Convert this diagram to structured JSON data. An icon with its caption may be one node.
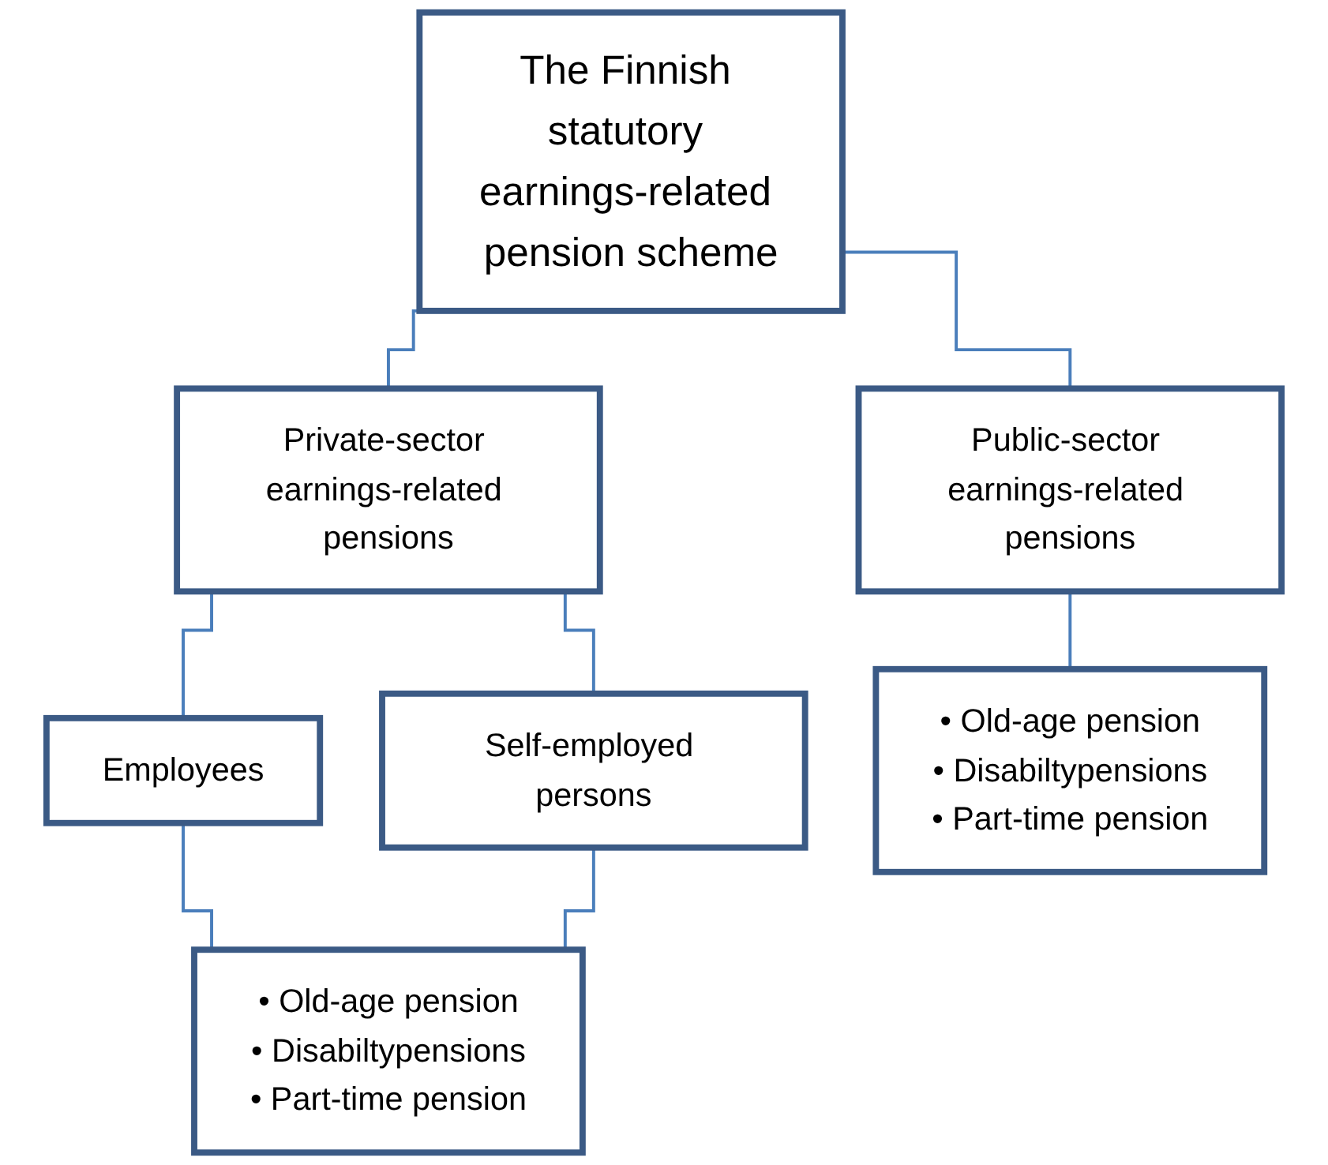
{
  "diagram": {
    "nodes": [
      {
        "text": [
          "The Finnish statutory earnings-related pension scheme"
        ]
      },
      {
        "text": [
          "Private-sector earnings-related pensions"
        ]
      },
      {
        "text": [
          "Public-sector earnings-related pensions"
        ]
      },
      {
        "text": [
          "Employees"
        ]
      },
      {
        "text": [
          "Self-employed persons"
        ]
      },
      {
        "text": [
          "• Old-age pension",
          "• Disabiltypensions",
          "• Part-time pension"
        ]
      },
      {
        "text": [
          "• Old-age pension",
          "• Disabiltypensions",
          "• Part-time pension"
        ]
      }
    ],
    "edges": [
      {
        "from": 0,
        "to": 1,
        "arrow": "none"
      },
      {
        "from": 0,
        "to": 2,
        "arrow": "none"
      },
      {
        "from": 1,
        "to": 3,
        "arrow": "none"
      },
      {
        "from": 1,
        "to": 4,
        "arrow": "none"
      },
      {
        "from": 3,
        "to": 5,
        "arrow": "none"
      },
      {
        "from": 4,
        "to": 5,
        "arrow": "none"
      },
      {
        "from": 2,
        "to": 6,
        "arrow": "none"
      }
    ]
  }
}
